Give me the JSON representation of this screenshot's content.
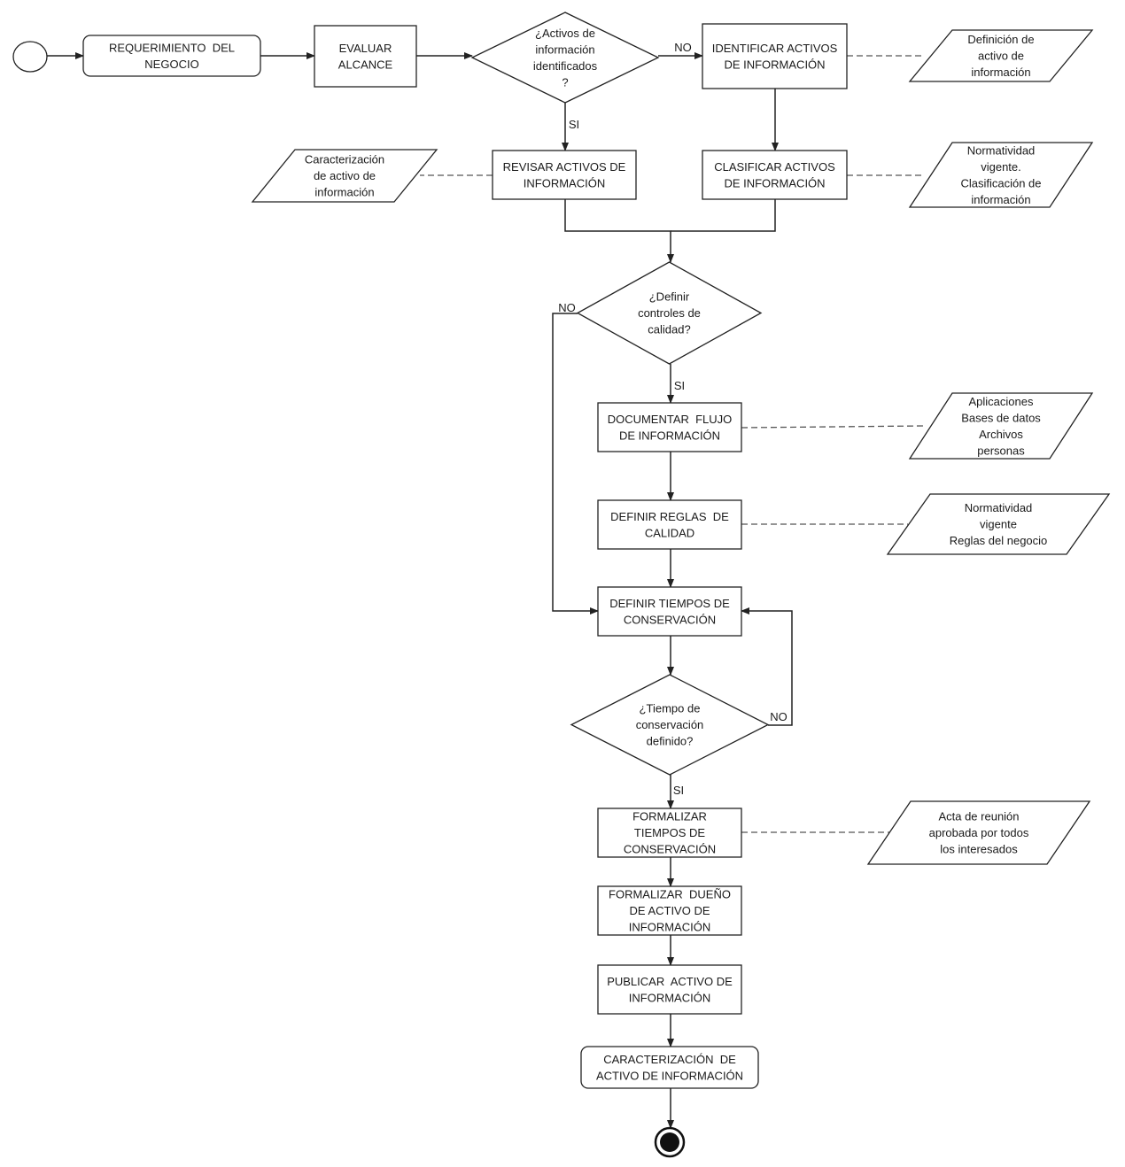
{
  "diagram": {
    "nodes": [
      {
        "id": "start",
        "kind": "start",
        "lines": []
      },
      {
        "id": "requerimiento",
        "kind": "rounded",
        "lines": [
          "REQUERIMIENTO  DEL",
          "NEGOCIO"
        ]
      },
      {
        "id": "evaluar",
        "kind": "process",
        "lines": [
          "EVALUAR",
          "ALCANCE"
        ]
      },
      {
        "id": "dec-activos",
        "kind": "decision",
        "lines": [
          "¿Activos de",
          "información",
          "identificados",
          "?"
        ]
      },
      {
        "id": "identificar",
        "kind": "process",
        "lines": [
          "IDENTIFICAR ACTIVOS",
          "DE INFORMACIÓN"
        ]
      },
      {
        "id": "doc-definicion",
        "kind": "document",
        "lines": [
          "Definición de",
          "activo de",
          "información"
        ]
      },
      {
        "id": "revisar",
        "kind": "process",
        "lines": [
          "REVISAR ACTIVOS DE",
          "INFORMACIÓN"
        ]
      },
      {
        "id": "doc-caracterizacion",
        "kind": "document",
        "lines": [
          "Caracterización",
          "de activo de",
          "información"
        ]
      },
      {
        "id": "clasificar",
        "kind": "process",
        "lines": [
          "CLASIFICAR ACTIVOS",
          "DE INFORMACIÓN"
        ]
      },
      {
        "id": "doc-normatividad",
        "kind": "document",
        "lines": [
          "Normatividad",
          "vigente.",
          "Clasificación de",
          "información"
        ]
      },
      {
        "id": "dec-controles",
        "kind": "decision",
        "lines": [
          "¿Definir",
          "controles de",
          "calidad?"
        ]
      },
      {
        "id": "documentar",
        "kind": "process",
        "lines": [
          "DOCUMENTAR  FLUJO",
          "DE INFORMACIÓN"
        ]
      },
      {
        "id": "doc-aplicaciones",
        "kind": "document",
        "lines": [
          "Aplicaciones",
          "Bases de datos",
          "Archivos",
          "personas"
        ]
      },
      {
        "id": "reglas",
        "kind": "process",
        "lines": [
          "DEFINIR REGLAS  DE",
          "CALIDAD"
        ]
      },
      {
        "id": "doc-reglas",
        "kind": "document",
        "lines": [
          "Normatividad",
          "vigente",
          "Reglas del negocio"
        ]
      },
      {
        "id": "tiempos",
        "kind": "process",
        "lines": [
          "DEFINIR TIEMPOS DE",
          "CONSERVACIÓN"
        ]
      },
      {
        "id": "dec-tiempo",
        "kind": "decision",
        "lines": [
          "¿Tiempo de",
          "conservación",
          "definido?"
        ]
      },
      {
        "id": "formalizar-tiempos",
        "kind": "process",
        "lines": [
          "FORMALIZAR",
          "TIEMPOS DE",
          "CONSERVACIÓN"
        ]
      },
      {
        "id": "doc-acta",
        "kind": "document",
        "lines": [
          "Acta de reunión",
          "aprobada por todos",
          "los interesados"
        ]
      },
      {
        "id": "formalizar-dueno",
        "kind": "process",
        "lines": [
          "FORMALIZAR  DUEÑO",
          "DE ACTIVO DE",
          "INFORMACIÓN"
        ]
      },
      {
        "id": "publicar",
        "kind": "process",
        "lines": [
          "PUBLICAR  ACTIVO DE",
          "INFORMACIÓN"
        ]
      },
      {
        "id": "caracterizacion-final",
        "kind": "rounded",
        "lines": [
          "CARACTERIZACIÓN  DE",
          "ACTIVO DE INFORMACIÓN"
        ]
      },
      {
        "id": "end",
        "kind": "end",
        "lines": []
      }
    ],
    "edges": [
      {
        "id": "e-start-req",
        "from": "start",
        "to": "requerimiento",
        "style": "solid",
        "label": ""
      },
      {
        "id": "e-req-eval",
        "from": "requerimiento",
        "to": "evaluar",
        "style": "solid",
        "label": ""
      },
      {
        "id": "e-eval-dec",
        "from": "evaluar",
        "to": "dec-activos",
        "style": "solid",
        "label": ""
      },
      {
        "id": "e-dec-ident",
        "from": "dec-activos",
        "to": "identificar",
        "style": "solid",
        "label": "NO"
      },
      {
        "id": "e-dec-revisar",
        "from": "dec-activos",
        "to": "revisar",
        "style": "solid",
        "label": "SI"
      },
      {
        "id": "e-ident-clasif",
        "from": "identificar",
        "to": "clasificar",
        "style": "solid",
        "label": ""
      },
      {
        "id": "e-revisar-merge",
        "from": "revisar",
        "to": "dec-controles",
        "style": "solid",
        "label": ""
      },
      {
        "id": "e-clasif-merge",
        "from": "clasificar",
        "to": "dec-controles",
        "style": "solid",
        "label": ""
      },
      {
        "id": "e-controles-doc",
        "from": "dec-controles",
        "to": "documentar",
        "style": "solid",
        "label": "SI"
      },
      {
        "id": "e-controles-tiempos",
        "from": "dec-controles",
        "to": "tiempos",
        "style": "solid",
        "label": "NO"
      },
      {
        "id": "e-doc-reglas",
        "from": "documentar",
        "to": "reglas",
        "style": "solid",
        "label": ""
      },
      {
        "id": "e-reglas-tiempos",
        "from": "reglas",
        "to": "tiempos",
        "style": "solid",
        "label": ""
      },
      {
        "id": "e-tiempos-dec",
        "from": "tiempos",
        "to": "dec-tiempo",
        "style": "solid",
        "label": ""
      },
      {
        "id": "e-dectiempo-loop",
        "from": "dec-tiempo",
        "to": "tiempos",
        "style": "solid",
        "label": "NO"
      },
      {
        "id": "e-dectiempo-formal",
        "from": "dec-tiempo",
        "to": "formalizar-tiempos",
        "style": "solid",
        "label": "SI"
      },
      {
        "id": "e-formal-dueno",
        "from": "formalizar-tiempos",
        "to": "formalizar-dueno",
        "style": "solid",
        "label": ""
      },
      {
        "id": "e-dueno-publicar",
        "from": "formalizar-dueno",
        "to": "publicar",
        "style": "solid",
        "label": ""
      },
      {
        "id": "e-publicar-final",
        "from": "publicar",
        "to": "caracterizacion-final",
        "style": "solid",
        "label": ""
      },
      {
        "id": "e-final-end",
        "from": "caracterizacion-final",
        "to": "end",
        "style": "solid",
        "label": ""
      },
      {
        "id": "a-ident-def",
        "from": "identificar",
        "to": "doc-definicion",
        "style": "dashed",
        "label": ""
      },
      {
        "id": "a-revisar-car",
        "from": "revisar",
        "to": "doc-caracterizacion",
        "style": "dashed",
        "label": ""
      },
      {
        "id": "a-clasif-norm",
        "from": "clasificar",
        "to": "doc-normatividad",
        "style": "dashed",
        "label": ""
      },
      {
        "id": "a-doc-apl",
        "from": "documentar",
        "to": "doc-aplicaciones",
        "style": "dashed",
        "label": ""
      },
      {
        "id": "a-reglas-norm",
        "from": "reglas",
        "to": "doc-reglas",
        "style": "dashed",
        "label": ""
      },
      {
        "id": "a-formal-acta",
        "from": "formalizar-tiempos",
        "to": "doc-acta",
        "style": "dashed",
        "label": ""
      }
    ]
  }
}
